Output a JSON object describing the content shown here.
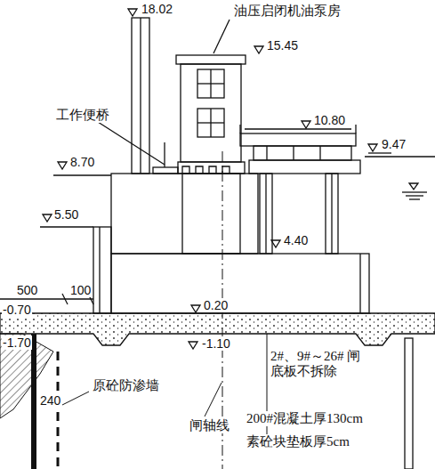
{
  "diagram": {
    "labels": [
      "18.02",
      "油压启闭机油泵房",
      "15.45",
      "工作便桥",
      "10.80",
      "9.47",
      "8.70",
      "5.50",
      "4.40",
      "500",
      "100",
      "-0.70",
      "-1.70",
      "0.20",
      "-1.10",
      "2#、9#～26# 闸底板不拆除",
      "原砼防渗墙",
      "240",
      "闸轴线",
      "200#混凝土厚130cm",
      "素砼块垫板厚5cm"
    ]
  }
}
